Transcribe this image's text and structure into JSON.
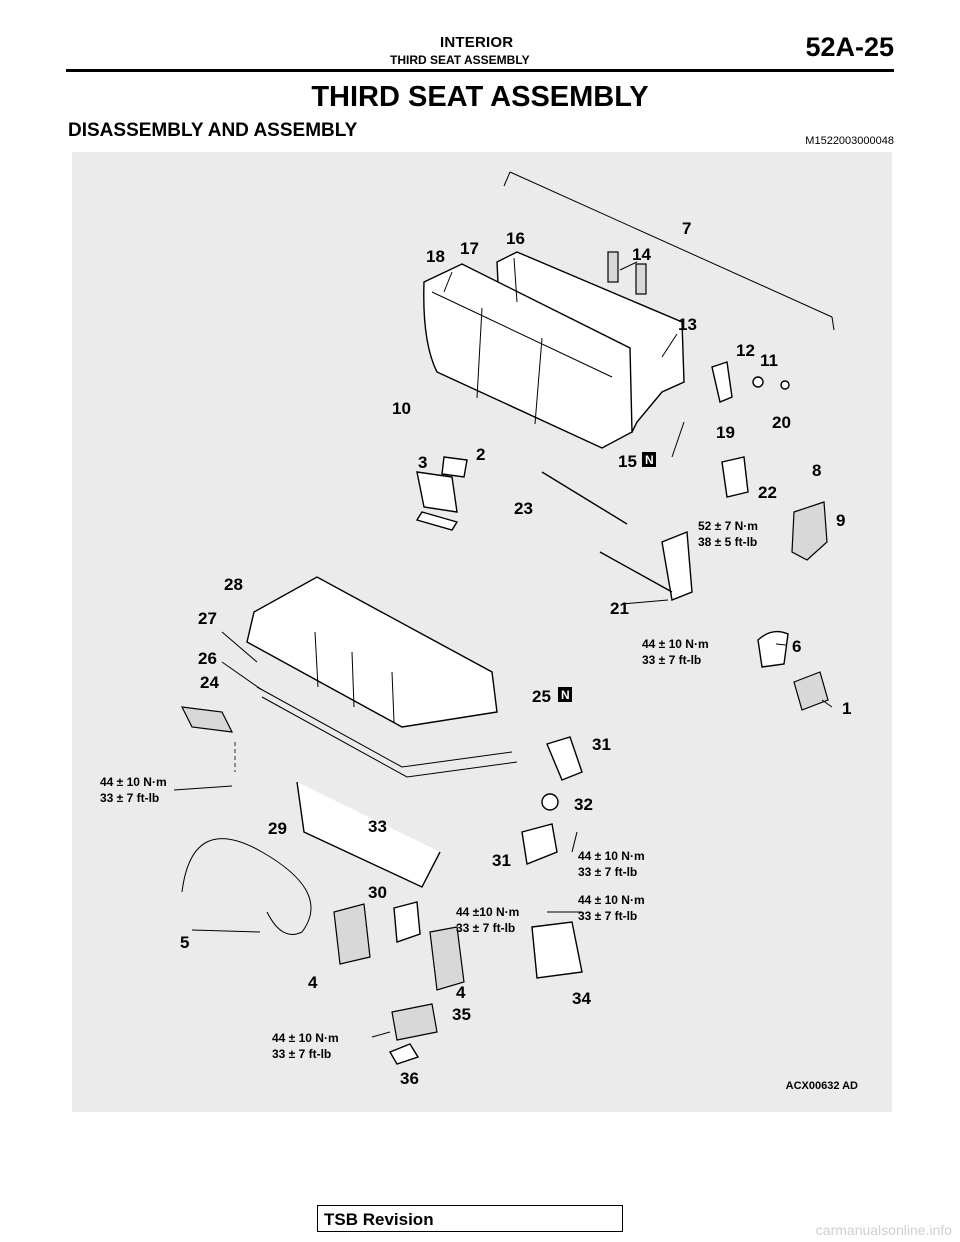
{
  "header": {
    "section": "INTERIOR",
    "subsection": "THIRD SEAT ASSEMBLY",
    "page_number": "52A-25"
  },
  "page_title": "THIRD SEAT ASSEMBLY",
  "section_title": "DISASSEMBLY AND ASSEMBLY",
  "document_code": "M1522003000048",
  "figure": {
    "figure_code": "ACX00632 AD",
    "callouts": [
      "1",
      "2",
      "3",
      "4",
      "4",
      "5",
      "6",
      "7",
      "8",
      "9",
      "10",
      "11",
      "12",
      "13",
      "14",
      "15",
      "16",
      "17",
      "18",
      "19",
      "20",
      "21",
      "22",
      "23",
      "24",
      "25",
      "26",
      "27",
      "28",
      "29",
      "30",
      "31",
      "31",
      "32",
      "33",
      "34",
      "35",
      "36"
    ],
    "torque_specs": [
      {
        "nm": "52 ± 7 N·m",
        "ftlb": "38 ± 5 ft-lb"
      },
      {
        "nm": "44 ± 10 N·m",
        "ftlb": "33 ± 7 ft-lb"
      },
      {
        "nm": "44 ± 10 N·m",
        "ftlb": "33 ± 7 ft-lb"
      },
      {
        "nm": "44 ± 10 N·m",
        "ftlb": "33 ± 7 ft-lb"
      },
      {
        "nm": "44 ±10 N·m",
        "ftlb": "33 ± 7 ft-lb"
      },
      {
        "nm": "44 ± 10 N·m",
        "ftlb": "33 ± 7 ft-lb"
      },
      {
        "nm": "44 ± 10 N·m",
        "ftlb": "33 ± 7 ft-lb"
      }
    ],
    "new_part_marks": [
      {
        "number": "15",
        "mark": "N"
      },
      {
        "number": "25",
        "mark": "N"
      }
    ]
  },
  "footer": {
    "tsb_label": "TSB Revision",
    "watermark": "carmanualsonline.info"
  }
}
